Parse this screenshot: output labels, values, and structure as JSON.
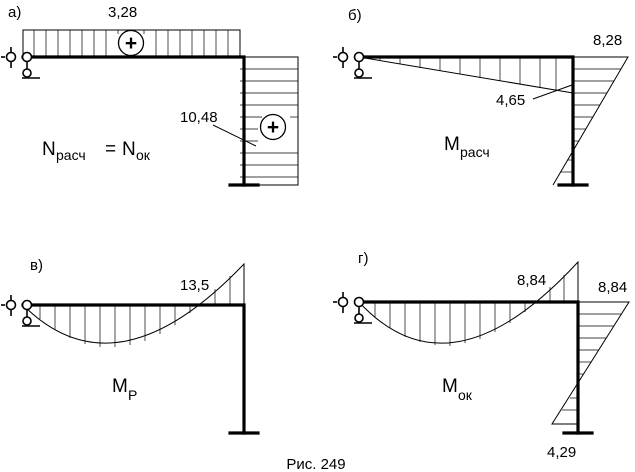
{
  "figure": {
    "caption": "Рис. 249",
    "panels": [
      {
        "id": "a",
        "letter": "а)",
        "values": [
          "3,28",
          "10,48"
        ],
        "sign": "+",
        "formula": {
          "lhs": "N",
          "lhs_sub": "расч",
          "op": "=",
          "rhs": "N",
          "rhs_sub": "ок"
        }
      },
      {
        "id": "b",
        "letter": "б)",
        "values": [
          "8,28",
          "4,65"
        ],
        "label": {
          "main": "M",
          "sub": "расч"
        }
      },
      {
        "id": "v",
        "letter": "в)",
        "values": [
          "13,5"
        ],
        "label": {
          "main": "M",
          "sub": "P"
        }
      },
      {
        "id": "g",
        "letter": "г)",
        "values": [
          "8,84",
          "8,84",
          "4,29"
        ],
        "label": {
          "main": "M",
          "sub": "ок"
        }
      }
    ]
  }
}
